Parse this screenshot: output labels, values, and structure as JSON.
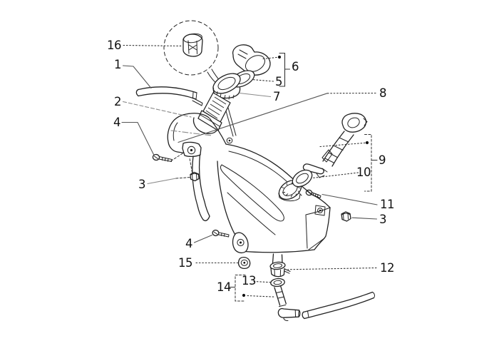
{
  "diagram": {
    "subject": "Fuel tank exploded parts diagram",
    "background_color": "#ffffff",
    "ink_color": "#222222",
    "leader_line_color": "#8a8a8a",
    "part_numbers_shown": [
      "1",
      "2",
      "3",
      "4",
      "5",
      "6",
      "7",
      "8",
      "9",
      "10",
      "11",
      "12",
      "13",
      "14",
      "15",
      "16"
    ]
  },
  "labels": [
    {
      "id": "label-16",
      "text": "16"
    },
    {
      "id": "label-1",
      "text": "1"
    },
    {
      "id": "label-2",
      "text": "2"
    },
    {
      "id": "label-4-upper",
      "text": "4"
    },
    {
      "id": "label-3-left",
      "text": "3"
    },
    {
      "id": "label-4-lower",
      "text": "4"
    },
    {
      "id": "label-15",
      "text": "15"
    },
    {
      "id": "label-14",
      "text": "14"
    },
    {
      "id": "label-13",
      "text": "13"
    },
    {
      "id": "label-12",
      "text": "12"
    },
    {
      "id": "label-6",
      "text": "6"
    },
    {
      "id": "label-5",
      "text": "5"
    },
    {
      "id": "label-7",
      "text": "7"
    },
    {
      "id": "label-8",
      "text": "8"
    },
    {
      "id": "label-9",
      "text": "9"
    },
    {
      "id": "label-10",
      "text": "10"
    },
    {
      "id": "label-11",
      "text": "11"
    },
    {
      "id": "label-3-right",
      "text": "3"
    }
  ]
}
